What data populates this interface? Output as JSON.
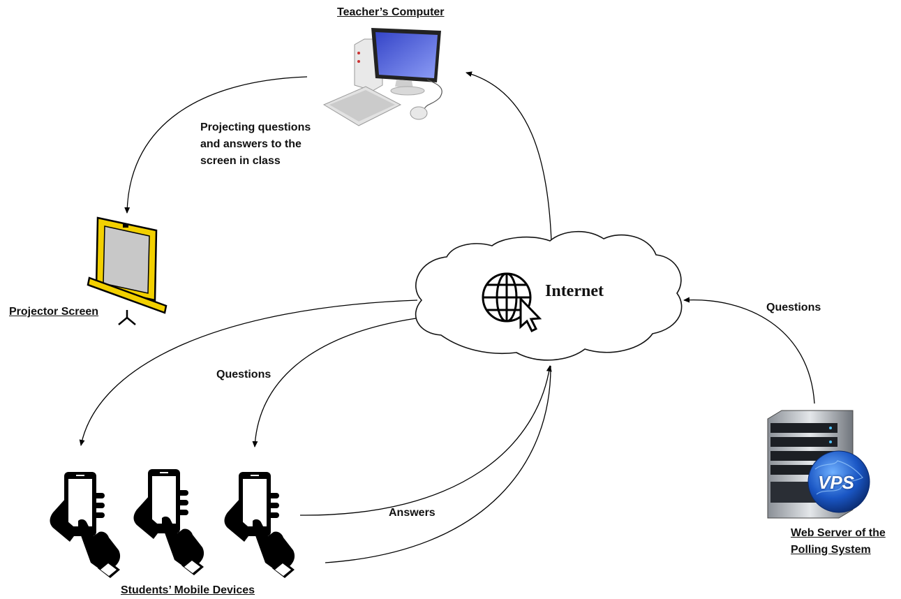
{
  "nodes": {
    "teacher_computer": "Teacher’s Computer",
    "projector_screen": "Projector Screen",
    "internet": "Internet",
    "students_devices": "Students’ Mobile Devices",
    "web_server_line1": "Web Server of the",
    "web_server_line2": "Polling System",
    "server_badge": "VPS"
  },
  "edges": {
    "projecting_line1": "Projecting questions",
    "projecting_line2": "and answers to the",
    "projecting_line3": "screen in class",
    "server_to_internet": "Questions",
    "internet_to_students": "Questions",
    "students_to_internet": "Answers"
  },
  "colors": {
    "screen_frame": "#f2d000",
    "screen_panel": "#c8c8c8",
    "monitor_screen": "#5a6fe0",
    "globe": "#1a56c4"
  },
  "icons": [
    "computer-icon",
    "projector-screen-icon",
    "cloud-icon",
    "globe-cursor-icon",
    "hand-phone-icon",
    "server-icon"
  ]
}
